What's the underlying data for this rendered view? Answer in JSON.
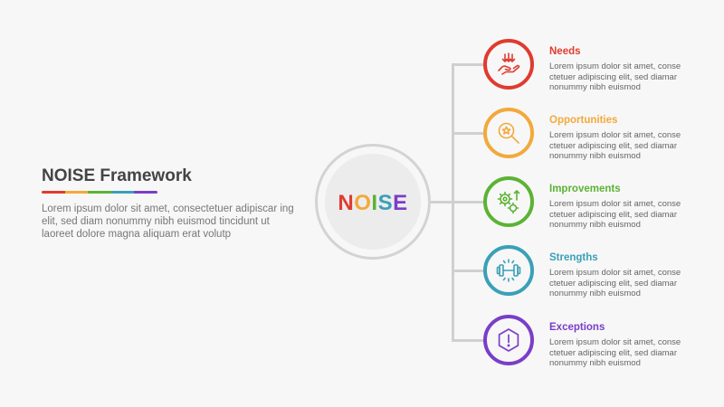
{
  "header": {
    "title": "NOISE Framework",
    "description": "Lorem ipsum dolor sit amet, consectetuer adipiscar ing elit, sed diam nonummy nibh euismod tincidunt ut laoreet dolore magna aliquam erat volutp",
    "bar_colors": [
      "#e03b2f",
      "#f2a93b",
      "#5bb334",
      "#3aa0b8",
      "#7a3ec8"
    ]
  },
  "center": {
    "letters": [
      {
        "char": "N",
        "color": "#e03b2f"
      },
      {
        "char": "O",
        "color": "#f2a93b"
      },
      {
        "char": "I",
        "color": "#5bb334"
      },
      {
        "char": "S",
        "color": "#3aa0b8"
      },
      {
        "char": "E",
        "color": "#7a3ec8"
      }
    ]
  },
  "items": [
    {
      "title": "Needs",
      "color": "#e03b2f",
      "icon": "hand-down-arrows-icon",
      "text": "Lorem ipsum dolor sit amet, conse ctetuer adipiscing elit, sed diamar nonummy nibh euismod"
    },
    {
      "title": "Opportunities",
      "color": "#f2a93b",
      "icon": "magnifier-star-icon",
      "text": "Lorem ipsum dolor sit amet, conse ctetuer adipiscing elit, sed diamar nonummy nibh euismod"
    },
    {
      "title": "Improvements",
      "color": "#5bb334",
      "icon": "gears-up-arrow-icon",
      "text": "Lorem ipsum dolor sit amet, conse ctetuer adipiscing elit, sed diamar nonummy nibh euismod"
    },
    {
      "title": "Strengths",
      "color": "#3aa0b8",
      "icon": "dumbbell-icon",
      "text": "Lorem ipsum dolor sit amet, conse ctetuer adipiscing elit, sed diamar nonummy nibh euismod"
    },
    {
      "title": "Exceptions",
      "color": "#7a3ec8",
      "icon": "warning-hexagon-icon",
      "text": "Lorem ipsum dolor sit amet, conse ctetuer adipiscing elit, sed diamar nonummy nibh euismod"
    }
  ]
}
